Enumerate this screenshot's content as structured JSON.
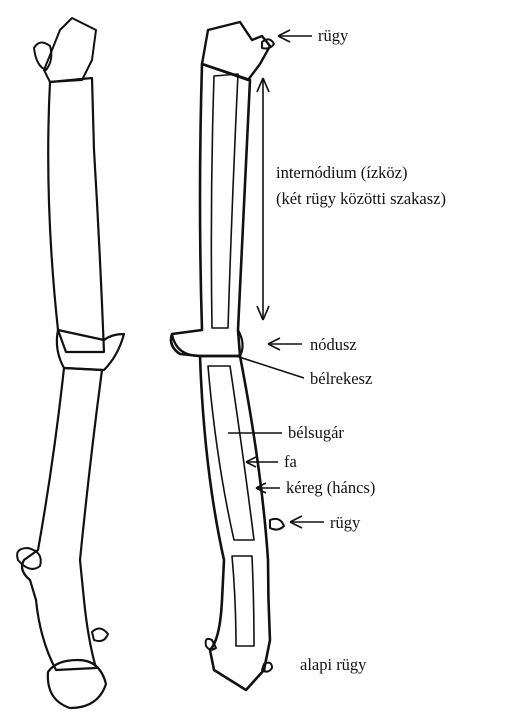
{
  "labels": {
    "rugy_top": "rügy",
    "internodium_1": "internódium (ízköz)",
    "internodium_2": "(két rügy közötti szakasz)",
    "nodusz": "nódusz",
    "belrekesz": "bélrekesz",
    "belsugar": "bélsugár",
    "fa": "fa",
    "kereg": "kéreg (háncs)",
    "rugy_bottom": "rügy",
    "alapi_rugy": "alapi rügy"
  },
  "colors": {
    "ink": "#111111",
    "background": "#ffffff",
    "pith": "#2a2a2a"
  }
}
